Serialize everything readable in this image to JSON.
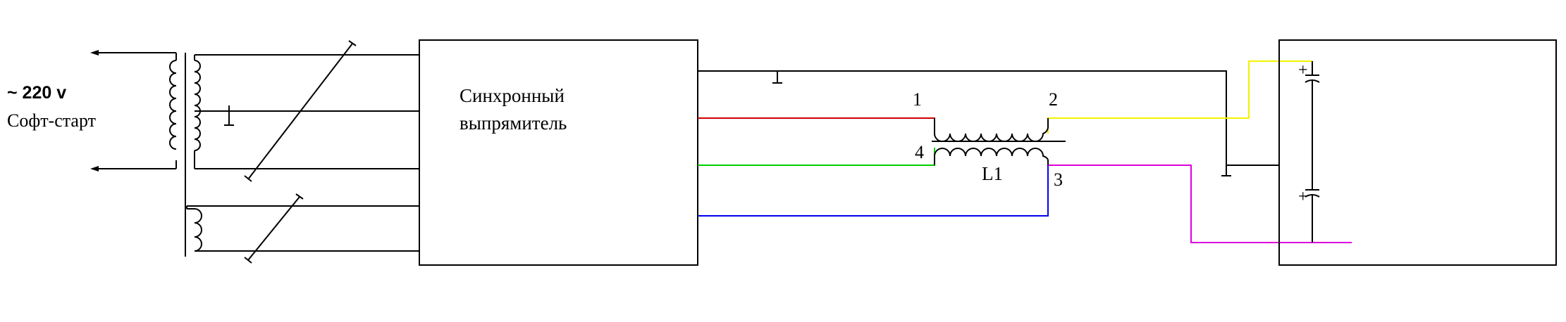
{
  "input_label": {
    "voltage": "~ 220 v",
    "mode": "Софт-старт"
  },
  "rectifier": {
    "title_line1": "Синхронный",
    "title_line2": "выпрямитель"
  },
  "inductor": {
    "name": "L1",
    "pin1": "1",
    "pin2": "2",
    "pin3": "3",
    "pin4": "4"
  },
  "wire_colors": {
    "black": "#000000",
    "red": "#cc0000",
    "green": "#00cc00",
    "blue": "#0000ee",
    "yellow": "#f2f200",
    "magenta": "#dd00dd"
  },
  "capacitor_polarity": {
    "top": "+",
    "bottom": "+"
  }
}
